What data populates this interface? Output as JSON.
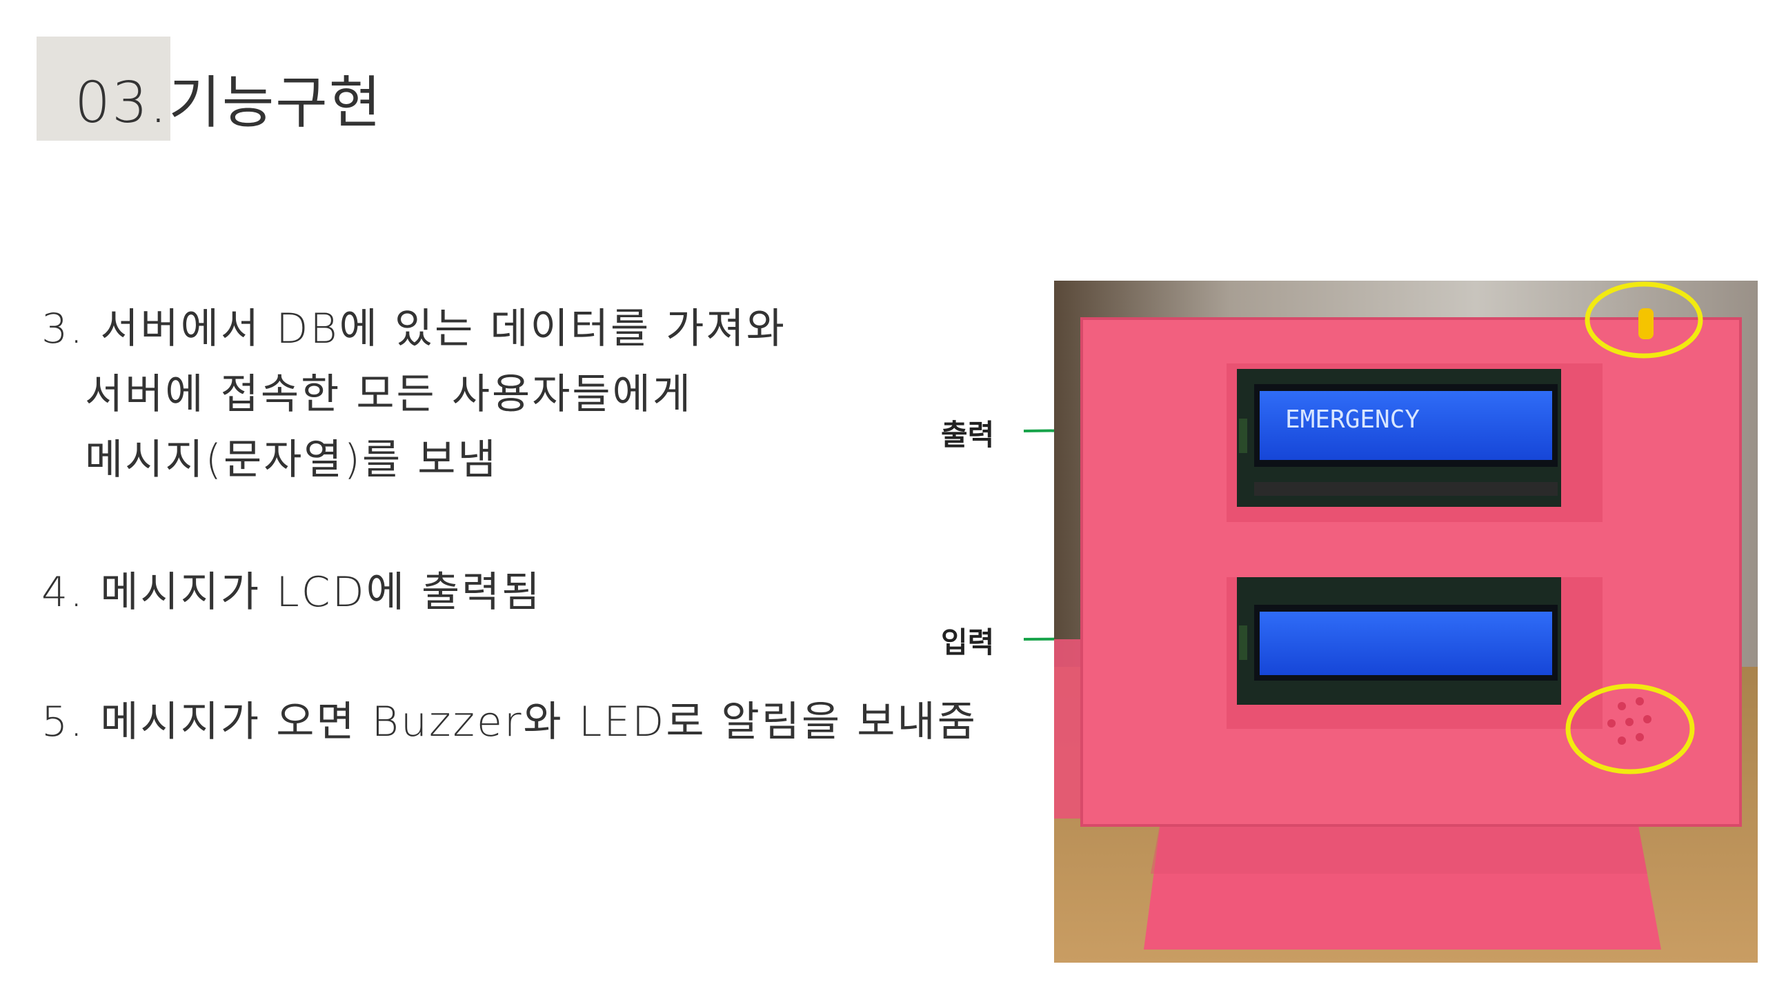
{
  "slide": {
    "title": "03.기능구현",
    "body_lines": [
      "3. 서버에서 DB에 있는 데이터를 가져와",
      "서버에 접속한 모든 사용자들에게",
      "메시지(문자열)를 보냄",
      "4. 메시지가 LCD에 출력됨",
      "5. 메시지가 오면 Buzzer와 LED로 알림을 보내줌"
    ]
  },
  "photo": {
    "callouts": {
      "output": "출력",
      "input": "입력"
    },
    "lcd_top_text": "EMERGENCY",
    "colors": {
      "case": "#f2607f",
      "lcd": "#1e5cf0",
      "highlight": "#f2ea10",
      "arrow": "#17a34a",
      "desk": "#b08a55"
    }
  }
}
